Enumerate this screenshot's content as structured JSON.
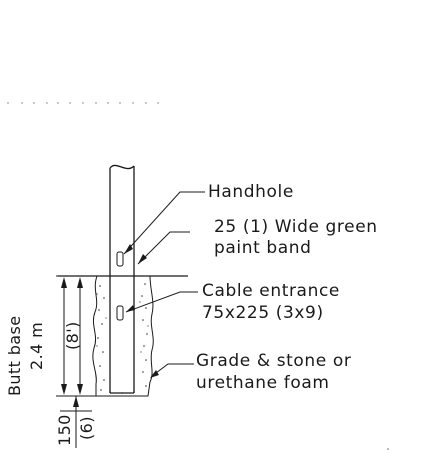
{
  "labels": {
    "handhole": "Handhole",
    "paint_band_line1": "25 (1) Wide green",
    "paint_band_line2": "paint band",
    "cable_entrance_line1": "Cable entrance",
    "cable_entrance_line2": "75x225 (3x9)",
    "grade_line1": "Grade & stone or",
    "grade_line2": "urethane foam"
  },
  "dimensions": {
    "butt_base_label": "Butt base",
    "depth_metric": "2.4 m",
    "depth_imperial": "(8')",
    "gap_metric": "150",
    "gap_imperial": "(6)"
  }
}
